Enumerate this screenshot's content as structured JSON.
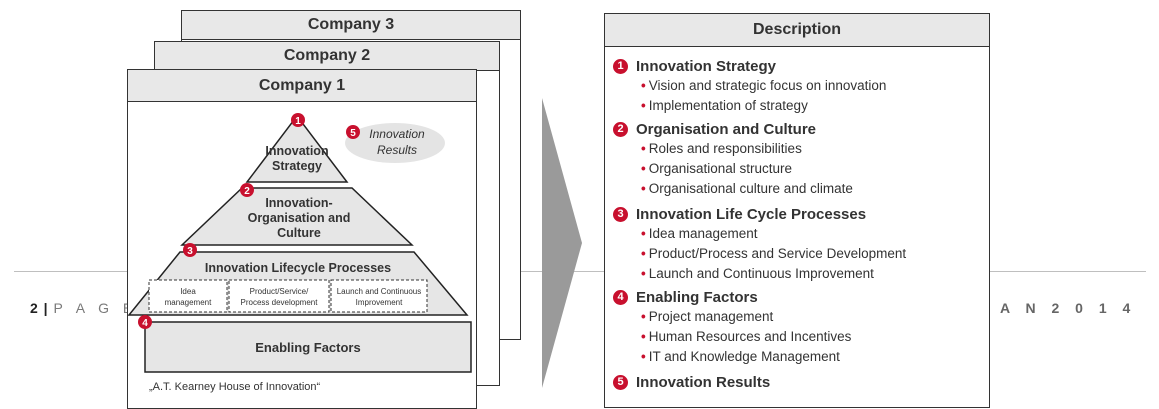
{
  "companies": [
    "Company 3",
    "Company 2",
    "Company 1"
  ],
  "house": {
    "level1": "Innovation Strategy",
    "level2": "Innovation-Organisation and Culture",
    "level3": "Innovation Lifecycle Processes",
    "sub_processes": [
      "Idea management",
      "Product/Service/ Process development",
      "Launch and Continuous Improvement"
    ],
    "foundation": "Enabling Factors",
    "results": "Innovation Results",
    "caption": "„A.T. Kearney House of Innovation“",
    "markers": [
      "1",
      "2",
      "3",
      "4",
      "5"
    ]
  },
  "description": {
    "title": "Description",
    "sections": [
      {
        "num": "1",
        "title": "Innovation Strategy",
        "items": [
          "Vision and strategic focus on innovation",
          "Implementation of strategy"
        ]
      },
      {
        "num": "2",
        "title": "Organisation and Culture",
        "items": [
          "Roles and responsibilities",
          "Organisational structure",
          "Organisational culture and climate"
        ]
      },
      {
        "num": "3",
        "title": "Innovation Life Cycle Processes",
        "items": [
          "Idea management",
          "Product/Process and Service Development",
          "Launch and Continuous Improvement"
        ]
      },
      {
        "num": "4",
        "title": "Enabling Factors",
        "items": [
          "Project management",
          "Human Resources and Incentives",
          "IT and Knowledge Management"
        ]
      },
      {
        "num": "5",
        "title": "Innovation Results",
        "items": []
      }
    ]
  },
  "footer": {
    "page_number": "2",
    "page_label": "P A G E",
    "right_text": "A N   2 0 1 4"
  },
  "colors": {
    "accent_red": "#c8102e",
    "header_gray": "#e8e8e8",
    "level_fill": "#e6e6e6",
    "arrow_gray": "#9a9a9a",
    "results_ellipse": "#e4e4e4"
  }
}
